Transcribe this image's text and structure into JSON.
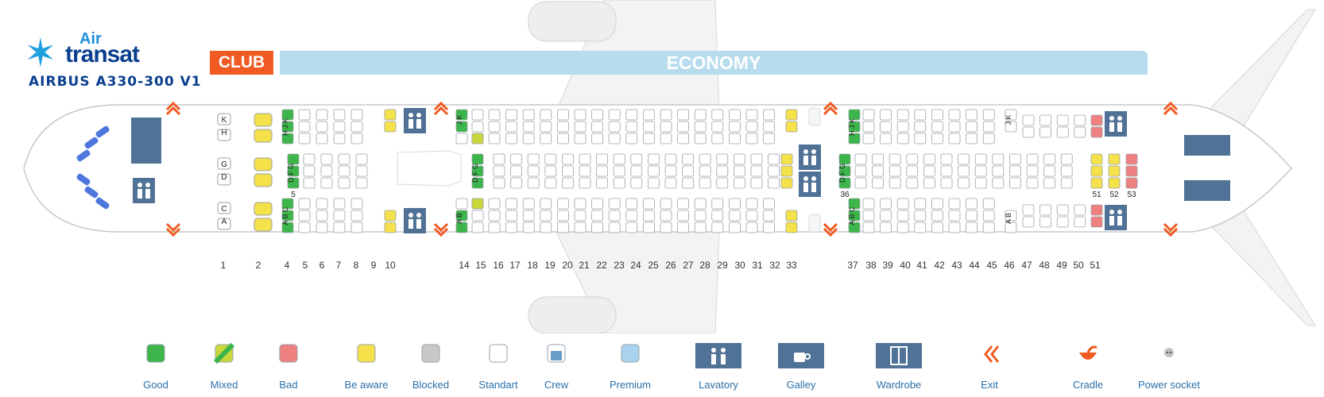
{
  "header": {
    "logo_air": "Air",
    "logo_transat": "transat",
    "aircraft": "AIRBUS A330-300 V1",
    "club_label": "CLUB",
    "economy_label": "ECONOMY"
  },
  "row_numbers": [
    "1",
    "2",
    "4",
    "5",
    "6",
    "7",
    "8",
    "9",
    "10",
    "14",
    "15",
    "16",
    "17",
    "18",
    "19",
    "20",
    "21",
    "22",
    "23",
    "24",
    "25",
    "26",
    "27",
    "28",
    "29",
    "30",
    "31",
    "32",
    "33",
    "37",
    "38",
    "39",
    "40",
    "41",
    "42",
    "43",
    "44",
    "45",
    "46",
    "47",
    "48",
    "49",
    "50",
    "51"
  ],
  "inline_markers": {
    "row5": "5",
    "row36": "36",
    "row51": "51",
    "row52": "52",
    "row53": "53"
  },
  "seat_letters": {
    "club_top": [
      "H",
      "K"
    ],
    "club_mid": [
      "D",
      "G"
    ],
    "club_bot": [
      "A",
      "C"
    ],
    "good_top": "H J K",
    "good_mid": "D F G",
    "good_bot": "A B C",
    "exit_top": "J K",
    "exit_mid": "D F G",
    "exit_bot": "A B",
    "row46_top": "J K",
    "row46_bot": "A B"
  },
  "colors": {
    "good": "#3cb54a",
    "mixed": "#c8d83a",
    "bad": "#ef8080",
    "aware": "#f5e14a",
    "blocked": "#c8c8c8",
    "standard": "#ffffff",
    "lavatory": "#4f7296",
    "exit": "#f15a22",
    "club": "#f15a22",
    "economy": "#b7dced"
  },
  "legend": [
    {
      "key": "good",
      "label": "Good",
      "icon": "good-seat-icon"
    },
    {
      "key": "mixed",
      "label": "Mixed",
      "icon": "mixed-seat-icon"
    },
    {
      "key": "bad",
      "label": "Bad",
      "icon": "bad-seat-icon"
    },
    {
      "key": "aware",
      "label": "Be aware",
      "icon": "aware-seat-icon"
    },
    {
      "key": "blocked",
      "label": "Blocked",
      "icon": "blocked-seat-icon"
    },
    {
      "key": "standard",
      "label": "Standart",
      "icon": "standard-seat-icon"
    },
    {
      "key": "crew",
      "label": "Crew",
      "icon": "crew-seat-icon"
    },
    {
      "key": "premium",
      "label": "Premium",
      "icon": "premium-seat-icon"
    },
    {
      "key": "lavatory",
      "label": "Lavatory",
      "icon": "lavatory-icon"
    },
    {
      "key": "galley",
      "label": "Galley",
      "icon": "galley-icon"
    },
    {
      "key": "wardrobe",
      "label": "Wardrobe",
      "icon": "wardrobe-icon"
    },
    {
      "key": "exit",
      "label": "Exit",
      "icon": "exit-icon"
    },
    {
      "key": "cradle",
      "label": "Cradle",
      "icon": "cradle-icon"
    },
    {
      "key": "power",
      "label": "Power socket",
      "icon": "power-socket-icon"
    }
  ]
}
